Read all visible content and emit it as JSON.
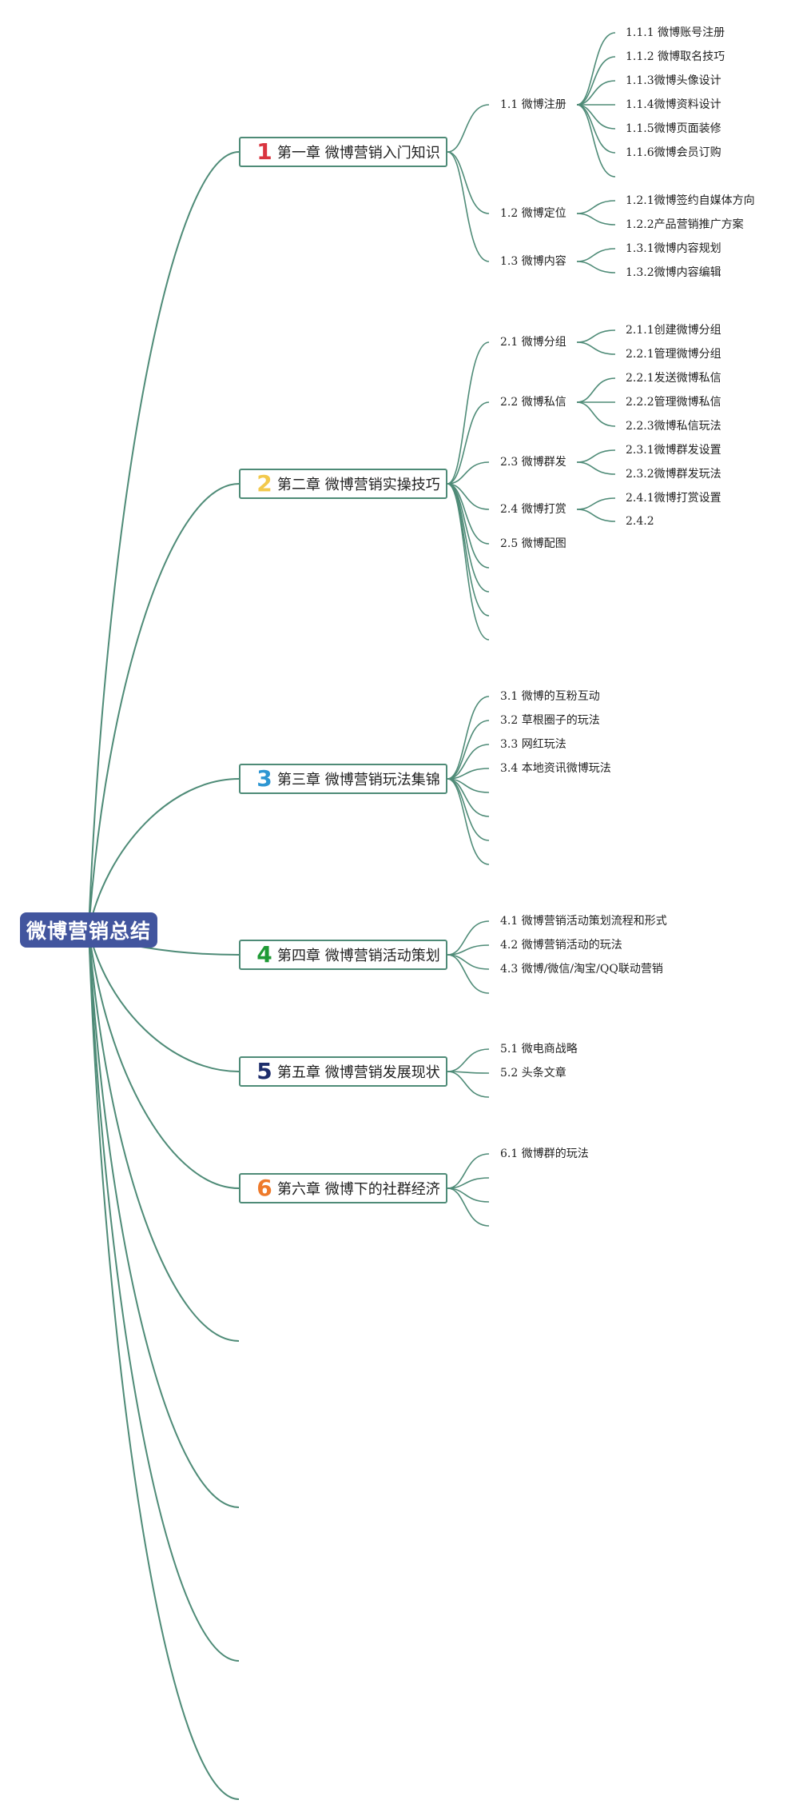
{
  "root": {
    "label": "微博营销总结"
  },
  "chapters": [
    {
      "num": "1",
      "color": "#d9343f",
      "label": "第一章 微博营销入门知识"
    },
    {
      "num": "2",
      "color": "#f2c94c",
      "label": "第二章 微博营销实操技巧"
    },
    {
      "num": "3",
      "color": "#2d96d2",
      "label": "第三章 微博营销玩法集锦"
    },
    {
      "num": "4",
      "color": "#1f9a35",
      "label": "第四章 微博营销活动策划"
    },
    {
      "num": "5",
      "color": "#1d2d6b",
      "label": "第五章 微博营销发展现状"
    },
    {
      "num": "6",
      "color": "#ee7a2b",
      "label": "第六章 微博下的社群经济"
    }
  ],
  "topics": {
    "t1_1": "1.1 微博注册",
    "t1_2": "1.2 微博定位",
    "t1_3": "1.3 微博内容",
    "t2_1": "2.1 微博分组",
    "t2_2": "2.2 微博私信",
    "t2_3": "2.3 微博群发",
    "t2_4": "2.4 微博打赏",
    "t2_5": "2.5 微博配图",
    "t3_1": "3.1 微博的互粉互动",
    "t3_2": "3.2 草根圈子的玩法",
    "t3_3": "3.3 网红玩法",
    "t3_4": "3.4 本地资讯微博玩法",
    "t4_1": "4.1 微博营销活动策划流程和形式",
    "t4_2": "4.2 微博营销活动的玩法",
    "t4_3": "4.3 微博/微信/淘宝/QQ联动营销",
    "t5_1": "5.1 微电商战略",
    "t5_2": "5.2 头条文章",
    "t6_1": "6.1 微博群的玩法"
  },
  "subtopics": {
    "s1_1_1": "1.1.1 微博账号注册",
    "s1_1_2": "1.1.2 微博取名技巧",
    "s1_1_3": "1.1.3微博头像设计",
    "s1_1_4": "1.1.4微博资料设计",
    "s1_1_5": "1.1.5微博页面装修",
    "s1_1_6": "1.1.6微博会员订购",
    "s1_2_1": "1.2.1微博签约自媒体方向",
    "s1_2_2": "1.2.2产品营销推广方案",
    "s1_3_1": "1.3.1微博内容规划",
    "s1_3_2": "1.3.2微博内容编辑",
    "s2_1_1": "2.1.1创建微博分组",
    "s2_2_1a": "2.2.1管理微博分组",
    "s2_2_1b": "2.2.1发送微博私信",
    "s2_2_2": "2.2.2管理微博私信",
    "s2_2_3": "2.2.3微博私信玩法",
    "s2_3_1": "2.3.1微博群发设置",
    "s2_3_2": "2.3.2微博群发玩法",
    "s2_4_1": "2.4.1微博打赏设置",
    "s2_4_2": "2.4.2"
  }
}
